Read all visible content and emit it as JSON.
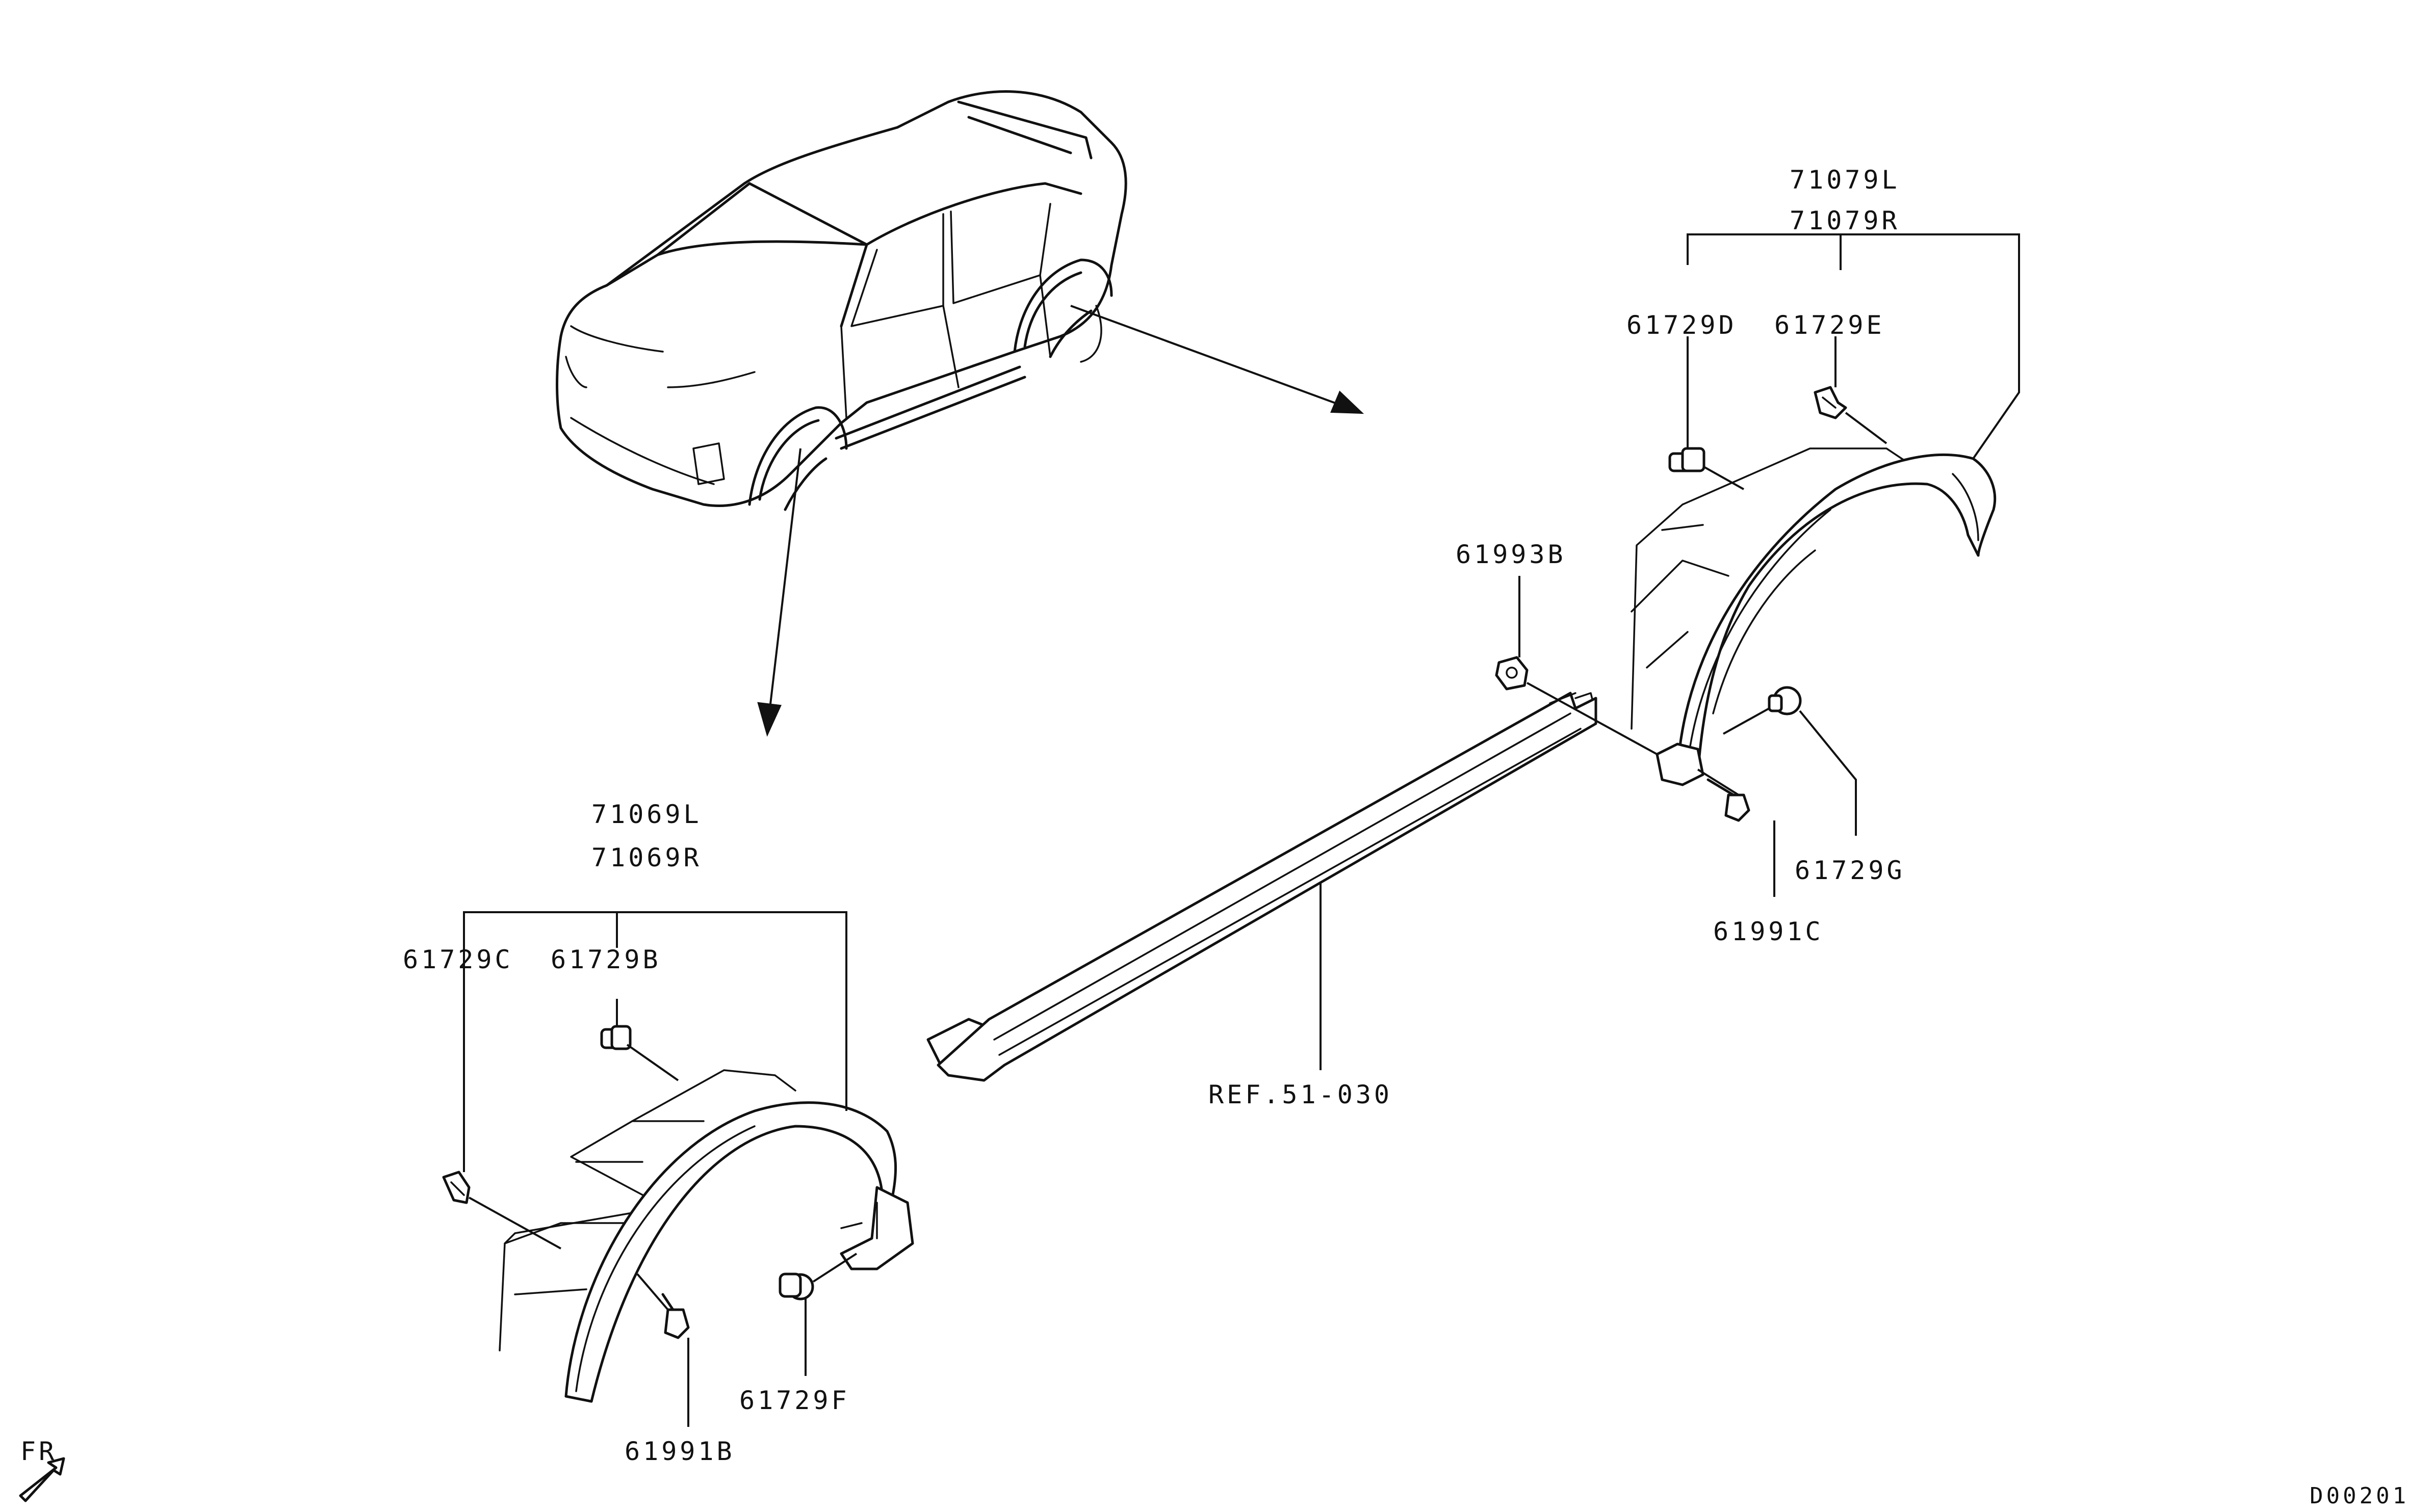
{
  "labels": {
    "rear_upper": "71079L",
    "rear_lower": "71079R",
    "rear_clip_d": "61729D",
    "rear_clip_e": "61729E",
    "clip_g": "61729G",
    "bolt_c": "61991C",
    "nut_b": "61993B",
    "ref": "REF.51-030",
    "front_upper": "71069L",
    "front_lower": "71069R",
    "front_clip_c": "61729C",
    "front_clip_b": "61729B",
    "clip_f": "61729F",
    "bolt_b": "61991B",
    "direction": "FR",
    "diagram_code": "D00201"
  },
  "icons": {
    "direction_arrow": "front-direction-arrow-icon",
    "pointer_arrow": "pointer-arrow-icon"
  },
  "colors": {
    "line": "#111111",
    "background": "#ffffff"
  }
}
